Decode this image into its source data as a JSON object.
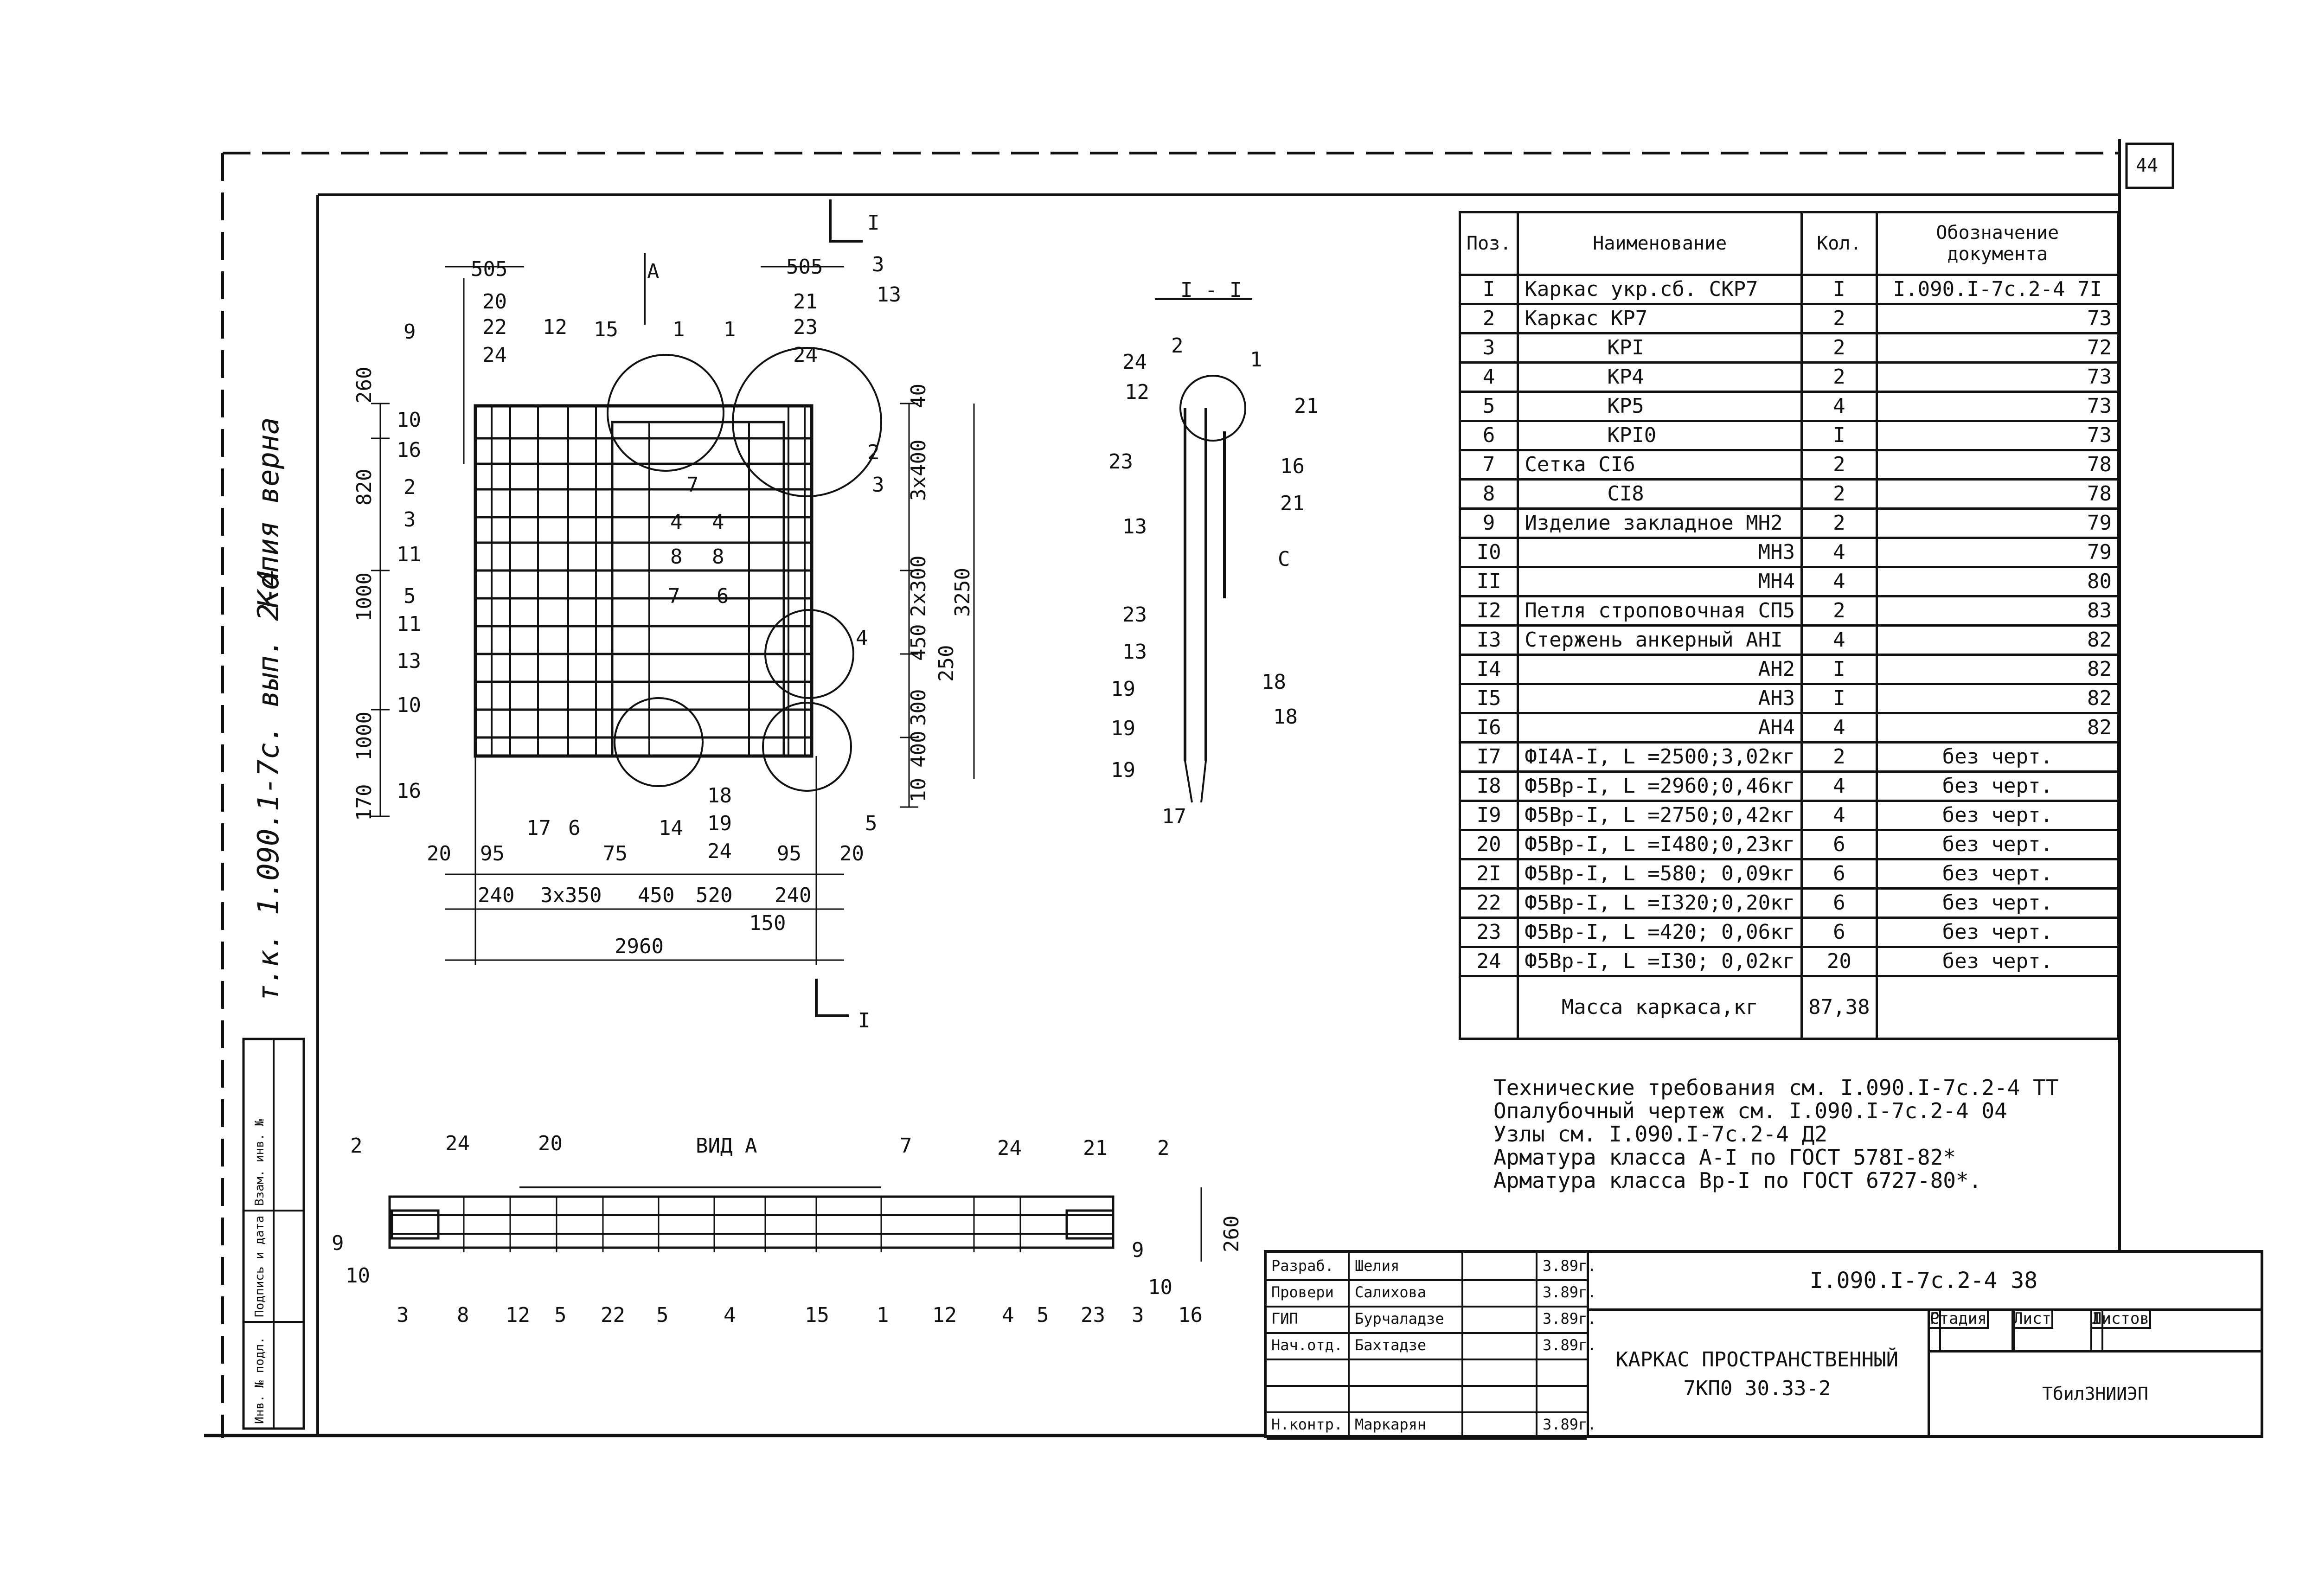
{
  "sheet_number": "44",
  "side_text": {
    "copy_note": "Копия верна",
    "album_code": "т.к. 1.090.1-7с. вып. 2-4"
  },
  "plan": {
    "arrow_a": "А",
    "section_mark": "I",
    "dims_top": [
      "505",
      "505"
    ],
    "dims_left": [
      "260",
      "820",
      "1000",
      "1000",
      "170"
    ],
    "dims_right": [
      "40",
      "3x400",
      "2x300",
      "450",
      "250",
      "300",
      "400",
      "10"
    ],
    "dim_total_height": "3250",
    "dims_bottom_row1": [
      "20",
      "95",
      "75",
      "95",
      "20"
    ],
    "dims_bottom_row2": [
      "240",
      "3x350",
      "450",
      "520",
      "240"
    ],
    "dim_bottom_150": "150",
    "dim_total_width": "2960",
    "labels_left": [
      "9",
      "10",
      "16",
      "2",
      "3",
      "11",
      "5",
      "11",
      "13",
      "10",
      "16"
    ],
    "labels_top": [
      "20",
      "22",
      "24",
      "12",
      "15",
      "1",
      "1",
      "21",
      "23",
      "24",
      "3",
      "13"
    ],
    "labels_inner": [
      "7",
      "4",
      "4",
      "8",
      "8",
      "7",
      "6",
      "2",
      "3",
      "4"
    ],
    "labels_bottom": [
      "17",
      "6",
      "14",
      "18",
      "19",
      "24",
      "5"
    ]
  },
  "section": {
    "title": "I - I",
    "labels": [
      "24",
      "2",
      "1",
      "12",
      "21",
      "23",
      "16",
      "21",
      "13",
      "С",
      "23",
      "13",
      "19",
      "18",
      "19",
      "18",
      "19",
      "17"
    ]
  },
  "view_a": {
    "title": "ВИД А",
    "top_labels": [
      "2",
      "24",
      "20",
      "7",
      "24",
      "21",
      "2"
    ],
    "left_labels": [
      "9",
      "10"
    ],
    "right_labels": [
      "9",
      "10"
    ],
    "bottom_labels": [
      "3",
      "8",
      "12",
      "5",
      "22",
      "5",
      "4",
      "15",
      "1",
      "12",
      "4",
      "5",
      "23",
      "3",
      "16"
    ],
    "height_dim": "260"
  },
  "spec_table": {
    "headers": [
      "Поз.",
      "Наименование",
      "Кол.",
      "Обозначение документа"
    ],
    "rows": [
      [
        "I",
        "Каркас укр.сб. СКР7",
        "I",
        "I.090.I-7с.2-4 7I"
      ],
      [
        "2",
        "Каркас КР7",
        "2",
        "73"
      ],
      [
        "3",
        "КРI",
        "2",
        "72"
      ],
      [
        "4",
        "КР4",
        "2",
        "73"
      ],
      [
        "5",
        "КР5",
        "4",
        "73"
      ],
      [
        "6",
        "КРI0",
        "I",
        "73"
      ],
      [
        "7",
        "Сетка СI6",
        "2",
        "78"
      ],
      [
        "8",
        "СI8",
        "2",
        "78"
      ],
      [
        "9",
        "Изделие закладное МН2",
        "2",
        "79"
      ],
      [
        "I0",
        "МН3",
        "4",
        "79"
      ],
      [
        "II",
        "МН4",
        "4",
        "80"
      ],
      [
        "I2",
        "Петля строповочная СП5",
        "2",
        "83"
      ],
      [
        "I3",
        "Стержень анкерный АНI",
        "4",
        "82"
      ],
      [
        "I4",
        "АН2",
        "I",
        "82"
      ],
      [
        "I5",
        "АН3",
        "I",
        "82"
      ],
      [
        "I6",
        "АН4",
        "4",
        "82"
      ],
      [
        "I7",
        "ФI4А-I, L =2500;3,02кг",
        "2",
        "без черт."
      ],
      [
        "I8",
        "Ф5Вр-I, L =2960;0,46кг",
        "4",
        "без черт."
      ],
      [
        "I9",
        "Ф5Вр-I, L =2750;0,42кг",
        "4",
        "без черт."
      ],
      [
        "20",
        "Ф5Вр-I, L =I480;0,23кг",
        "6",
        "без черт."
      ],
      [
        "2I",
        "Ф5Вр-I, L =580; 0,09кг",
        "6",
        "без черт."
      ],
      [
        "22",
        "Ф5Вр-I, L =I320;0,20кг",
        "6",
        "без черт."
      ],
      [
        "23",
        "Ф5Вр-I, L =420; 0,06кг",
        "6",
        "без черт."
      ],
      [
        "24",
        "Ф5Вр-I, L =I30; 0,02кг",
        "20",
        "без черт."
      ]
    ],
    "mass_label": "Масса каркаса,кг",
    "mass_value": "87,38"
  },
  "notes": [
    "Технические требования см. I.090.I-7с.2-4 ТТ",
    "Опалубочный чертеж см. I.090.I-7с.2-4 04",
    "Узлы см. I.090.I-7с.2-4 Д2",
    "Арматура класса А-I по ГОСТ 578I-82*",
    "Арматура класса Вр-I по ГОСТ 6727-80*."
  ],
  "side_stamp": [
    "Инв. № подл.",
    "Подпись и дата",
    "Взам. инв. №"
  ],
  "title_block": {
    "roles": [
      {
        "role": "Разраб.",
        "name": "Шелия",
        "date": "3.89г."
      },
      {
        "role": "Провери",
        "name": "Салихова",
        "date": "3.89г."
      },
      {
        "role": "ГИП",
        "name": "Бурчаладзе",
        "date": "3.89г."
      },
      {
        "role": "Нач.отд.",
        "name": "Бахтадзе",
        "date": "3.89г."
      },
      {
        "role": "",
        "name": "",
        "date": ""
      },
      {
        "role": "",
        "name": "",
        "date": ""
      },
      {
        "role": "Н.контр.",
        "name": "Маркарян",
        "date": "3.89г."
      }
    ],
    "doc_code": "I.090.I-7с.2-4 38",
    "title_line1": "КАРКАС ПРОСТРАНСТВЕННЫЙ",
    "title_line2": "7КП0 30.33-2",
    "stage_headers": [
      "Стадия",
      "Лист",
      "Листов"
    ],
    "stage_values": [
      "Р",
      "",
      "I"
    ],
    "organization": "ТбилЗНИИЭП"
  }
}
